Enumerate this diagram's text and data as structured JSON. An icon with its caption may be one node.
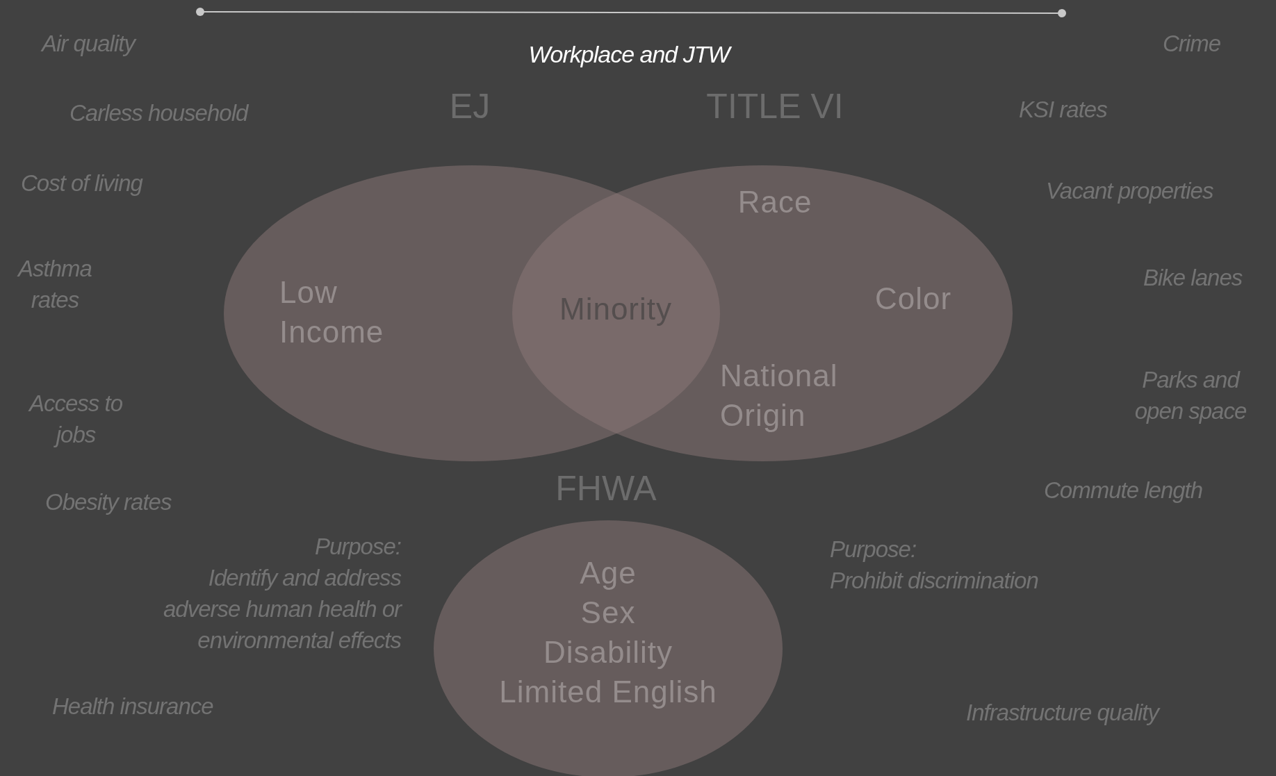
{
  "diagram": {
    "nodes": [
      {
        "text": [
          "EJ",
          "Low Income"
        ]
      },
      {
        "text": [
          "TITLE VI",
          "Race",
          "Color",
          "National Origin"
        ]
      },
      {
        "text": [
          "FHWA",
          "Age",
          "Sex",
          "Disability",
          "Limited English"
        ]
      }
    ],
    "labels": [
      "Workplace and JTW",
      "Air quality",
      "Crime",
      "Carless household",
      "KSI rates",
      "Cost of living",
      "Vacant properties",
      "Asthma rates",
      "Bike lanes",
      "Minority",
      "Access to jobs",
      "Parks and open space",
      "Commute length",
      "Obesity rates",
      "Purpose:",
      "Identify and address adverse human health or environmental effects",
      "Purpose:",
      "Prohibit discrimination",
      "Health insurance",
      "Infrastructure quality"
    ]
  }
}
